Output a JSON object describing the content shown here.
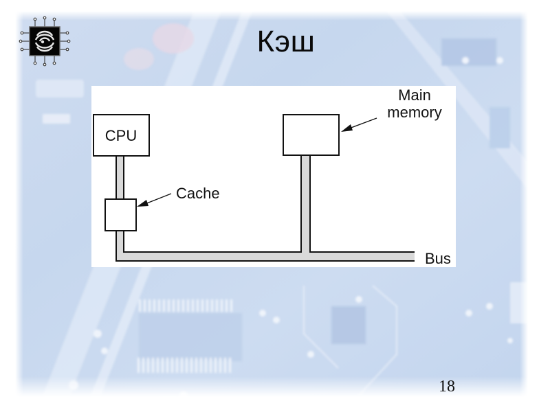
{
  "slide": {
    "title": "Кэш",
    "page_number": "18",
    "logo_icon": "chip-logo-icon",
    "background": "faded-circuit-board"
  },
  "diagram": {
    "nodes": [
      {
        "id": "cpu",
        "label": "CPU"
      },
      {
        "id": "cache",
        "label": ""
      },
      {
        "id": "main-memory",
        "label": ""
      }
    ],
    "callouts": {
      "cache": "Cache",
      "main_memory_line1": "Main",
      "main_memory_line2": "memory",
      "bus": "Bus"
    },
    "connections": [
      {
        "from": "cpu",
        "to": "cache"
      },
      {
        "from": "cache",
        "to": "bus"
      },
      {
        "from": "main-memory",
        "to": "bus"
      }
    ],
    "colors": {
      "bus_fill": "#d9d9d9",
      "stroke": "#111111",
      "box_fill": "#ffffff",
      "background_tint": "#c9d9ef"
    }
  }
}
